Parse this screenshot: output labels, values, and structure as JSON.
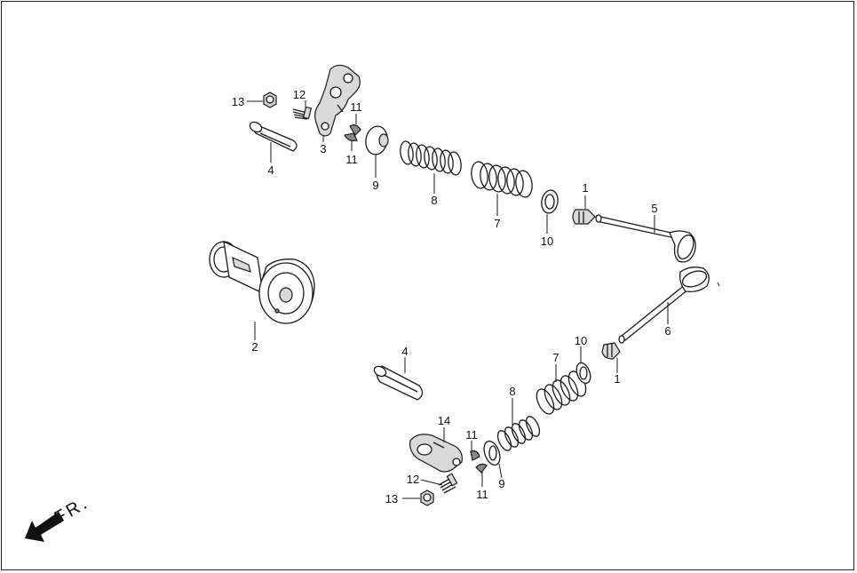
{
  "direction_label": "FR.",
  "callouts": {
    "c1a": "1",
    "c1b": "1",
    "c2": "2",
    "c3": "3",
    "c4a": "4",
    "c4b": "4",
    "c5": "5",
    "c6": "6",
    "c7a": "7",
    "c7b": "7",
    "c8a": "8",
    "c8b": "8",
    "c9a": "9",
    "c9b": "9",
    "c10a": "10",
    "c10b": "10",
    "c11a": "11",
    "c11b": "11",
    "c11c": "11",
    "c11d": "11",
    "c12a": "12",
    "c12b": "12",
    "c13a": "13",
    "c13b": "13",
    "c14": "14"
  }
}
